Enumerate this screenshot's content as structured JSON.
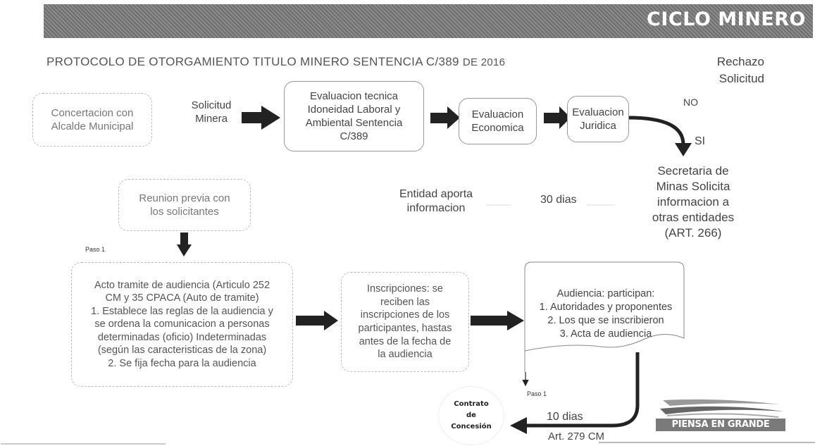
{
  "banner": {
    "title": "CICLO MINERO"
  },
  "protocol": {
    "title": "PROTOCOLO DE OTORGAMIENTO TITULO MINERO SENTENCIA C/389",
    "year": "DE 2016"
  },
  "nodes": {
    "concertacion": [
      "Concertacion con",
      "Alcalde Municipal"
    ],
    "solicitud": [
      "Solicitud",
      "Minera"
    ],
    "eval_tecnica": [
      "Evaluacion tecnica",
      "Idoneidad Laboral y",
      "Ambiental Sentencia",
      "C/389"
    ],
    "eval_economica": [
      "Evaluacion",
      "Economica"
    ],
    "eval_juridica": [
      "Evaluacion",
      "Juridica"
    ],
    "rechazo": [
      "Rechazo",
      "Solicitud"
    ],
    "no": "NO",
    "si": "SI",
    "secretaria": [
      "Secretaria de",
      "Minas Solicita",
      "informacion a",
      "otras entidades",
      "(ART. 266)"
    ],
    "reunion": [
      "Reunion previa con",
      "los solicitantes"
    ],
    "entidad": [
      "Entidad aporta",
      "informacion"
    ],
    "dias30": "30 dias",
    "paso1_a": "Paso 1",
    "acto": [
      "Acto tramite de audiencia (Articulo 252",
      "CM y 35 CPACA (Auto de tramite)",
      "1. Establece las reglas de la audiencia y",
      "se ordena la comunicacion a personas",
      "determinadas (oficio) Indeterminadas",
      "(según las caracteristicas de la zona)",
      "2. Se fija fecha para la audiencia"
    ],
    "inscripciones": [
      "Inscripciones: se",
      "reciben las",
      "inscripciones de los",
      "participantes, hastas",
      "antes de la fecha de",
      "la audiencia"
    ],
    "audiencia": [
      "Audiencia: participan:",
      "1. Autoridades y proponentes",
      "2. Los que se inscribieron",
      "3. Acta de audiencia"
    ],
    "paso1_b": "Paso 1",
    "contrato": [
      "Contrato",
      "de",
      "Concesión"
    ],
    "dias10": "10 dias",
    "art279": "Art. 279 CM"
  },
  "logo": {
    "text": "PIENSA EN GRANDE"
  },
  "colors": {
    "banner": "#7a7a7a",
    "arrow": "#222222",
    "text": "#444444"
  }
}
